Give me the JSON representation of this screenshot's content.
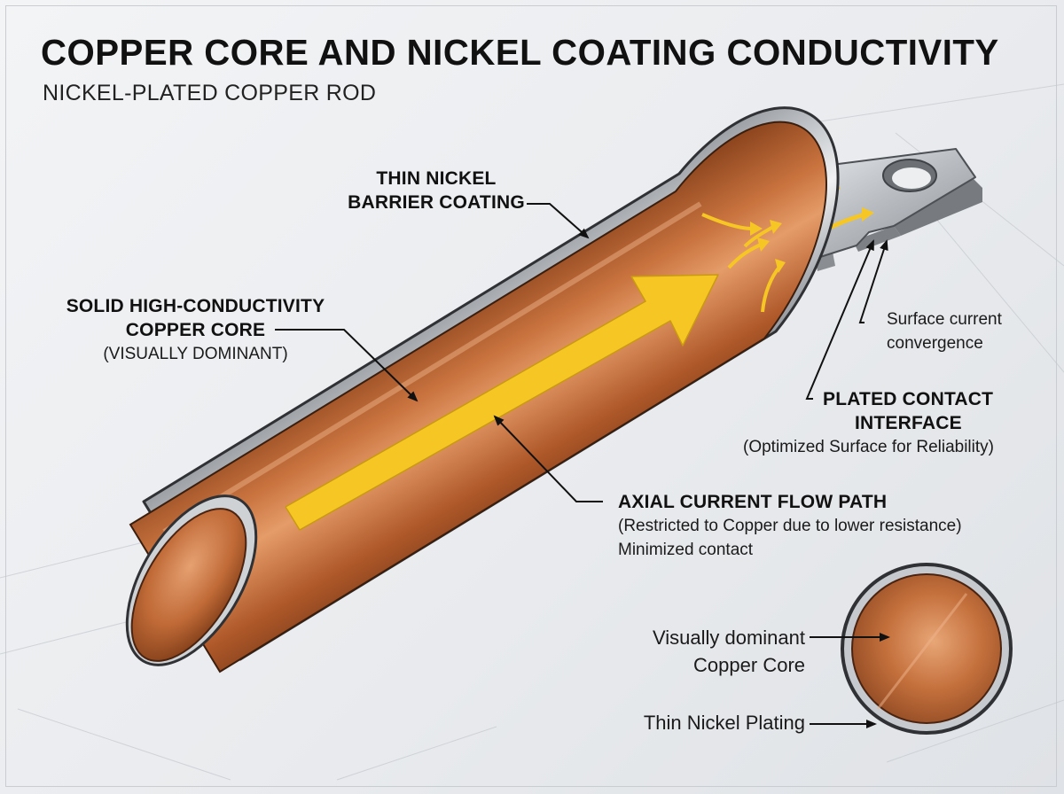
{
  "title": "COPPER CORE AND NICKEL COATING CONDUCTIVITY",
  "subtitle": "NICKEL-PLATED COPPER ROD",
  "labels": {
    "nickel_coating": {
      "line1": "THIN NICKEL",
      "line2": "BARRIER COATING"
    },
    "copper_core": {
      "line1": "SOLID HIGH-CONDUCTIVITY",
      "line2": "COPPER CORE",
      "line3": "(VISUALLY DOMINANT)"
    },
    "surface_current": {
      "line1": "Surface current",
      "line2": "convergence"
    },
    "contact_interface": {
      "line1": "PLATED CONTACT",
      "line2": "INTERFACE",
      "line3": "(Optimized Surface for Reliability)"
    },
    "axial_flow": {
      "line1": "AXIAL CURRENT FLOW PATH",
      "line2": "(Restricted to Copper due to lower resistance)",
      "line3": "Minimized contact"
    },
    "cross_section_core": {
      "line1": "Visually dominant",
      "line2": "Copper Core"
    },
    "cross_section_plating": {
      "line1": "Thin Nickel Plating"
    }
  },
  "colors": {
    "copper": "#c26a36",
    "copper_light": "#e29a66",
    "copper_dark": "#7c3b18",
    "nickel": "#c9ccd0",
    "nickel_dark": "#8e9297",
    "arrow": "#f6c624"
  }
}
